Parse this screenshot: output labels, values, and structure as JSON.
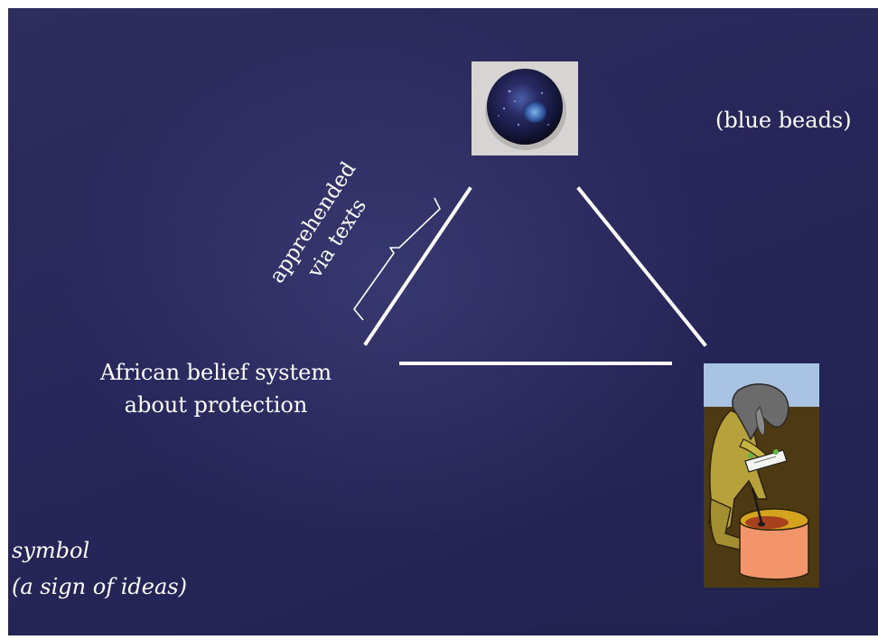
{
  "slide": {
    "background_color": "#27265a",
    "text_color": "#ffffff"
  },
  "labels": {
    "object": "(blue beads)",
    "interpretant_line1": "African belief system",
    "interpretant_line2": "about protection",
    "link_line1": "apprehended",
    "link_line2": "via texts",
    "symbol_line1": "symbol",
    "symbol_line2": "(a sign of ideas)"
  },
  "images": {
    "top": "blue-bead-photo",
    "bottom_right": "healer-illustration"
  }
}
